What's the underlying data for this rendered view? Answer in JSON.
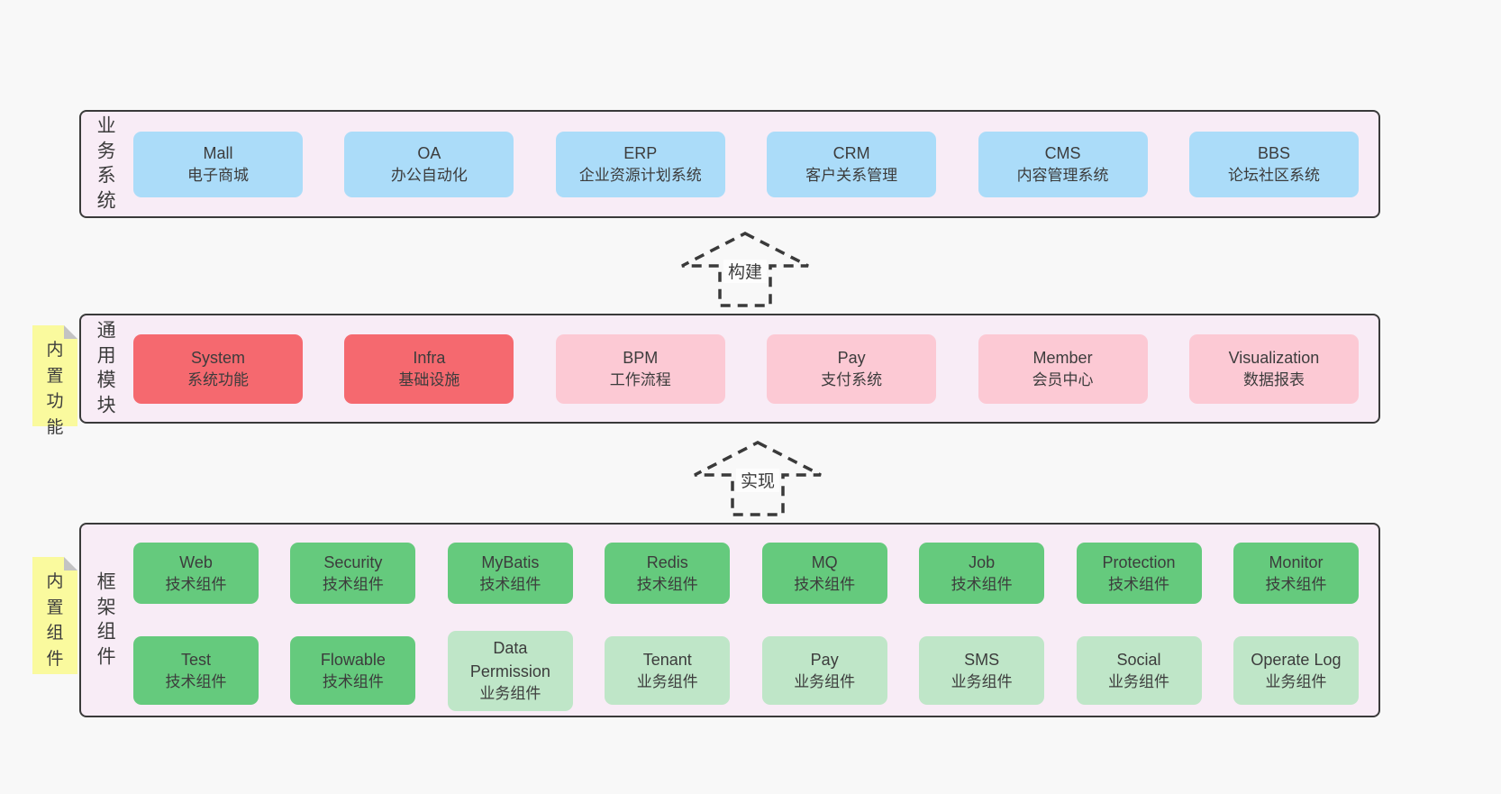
{
  "colors": {
    "page_bg": "#f8f8f8",
    "layer_bg": "#f8ecf6",
    "layer_border": "#3a3a3a",
    "blue_box": "#abdcf9",
    "red_box": "#f5696f",
    "pink_box": "#fcc9d4",
    "green_dark_box": "#65ca7d",
    "green_light_box": "#bfe6c8",
    "sticky_note": "#fafa9e",
    "text": "#3c3c3c"
  },
  "arrows": {
    "build": "构建",
    "implement": "实现"
  },
  "layers": {
    "business": {
      "label": "业务系统",
      "boxes": [
        {
          "name": "Mall",
          "desc": "电子商城"
        },
        {
          "name": "OA",
          "desc": "办公自动化"
        },
        {
          "name": "ERP",
          "desc": "企业资源计划系统"
        },
        {
          "name": "CRM",
          "desc": "客户关系管理"
        },
        {
          "name": "CMS",
          "desc": "内容管理系统"
        },
        {
          "name": "BBS",
          "desc": "论坛社区系统"
        }
      ]
    },
    "modules": {
      "label": "通用模块",
      "note": "内置功能",
      "boxes": [
        {
          "name": "System",
          "desc": "系统功能",
          "variant": "red"
        },
        {
          "name": "Infra",
          "desc": "基础设施",
          "variant": "red"
        },
        {
          "name": "BPM",
          "desc": "工作流程",
          "variant": "pink"
        },
        {
          "name": "Pay",
          "desc": "支付系统",
          "variant": "pink"
        },
        {
          "name": "Member",
          "desc": "会员中心",
          "variant": "pink"
        },
        {
          "name": "Visualization",
          "desc": "数据报表",
          "variant": "pink"
        }
      ]
    },
    "components": {
      "label": "框架组件",
      "note": "内置组件",
      "row1": [
        {
          "name": "Web",
          "desc": "技术组件",
          "variant": "green-dark"
        },
        {
          "name": "Security",
          "desc": "技术组件",
          "variant": "green-dark"
        },
        {
          "name": "MyBatis",
          "desc": "技术组件",
          "variant": "green-dark"
        },
        {
          "name": "Redis",
          "desc": "技术组件",
          "variant": "green-dark"
        },
        {
          "name": "MQ",
          "desc": "技术组件",
          "variant": "green-dark"
        },
        {
          "name": "Job",
          "desc": "技术组件",
          "variant": "green-dark"
        },
        {
          "name": "Protection",
          "desc": "技术组件",
          "variant": "green-dark"
        },
        {
          "name": "Monitor",
          "desc": "技术组件",
          "variant": "green-dark"
        }
      ],
      "row2": [
        {
          "name": "Test",
          "desc": "技术组件",
          "variant": "green-dark"
        },
        {
          "name": "Flowable",
          "desc": "技术组件",
          "variant": "green-dark"
        },
        {
          "name": "Data Permission",
          "desc": "业务组件",
          "variant": "green-light"
        },
        {
          "name": "Tenant",
          "desc": "业务组件",
          "variant": "green-light"
        },
        {
          "name": "Pay",
          "desc": "业务组件",
          "variant": "green-light"
        },
        {
          "name": "SMS",
          "desc": "业务组件",
          "variant": "green-light"
        },
        {
          "name": "Social",
          "desc": "业务组件",
          "variant": "green-light"
        },
        {
          "name": "Operate Log",
          "desc": "业务组件",
          "variant": "green-light"
        }
      ]
    }
  }
}
